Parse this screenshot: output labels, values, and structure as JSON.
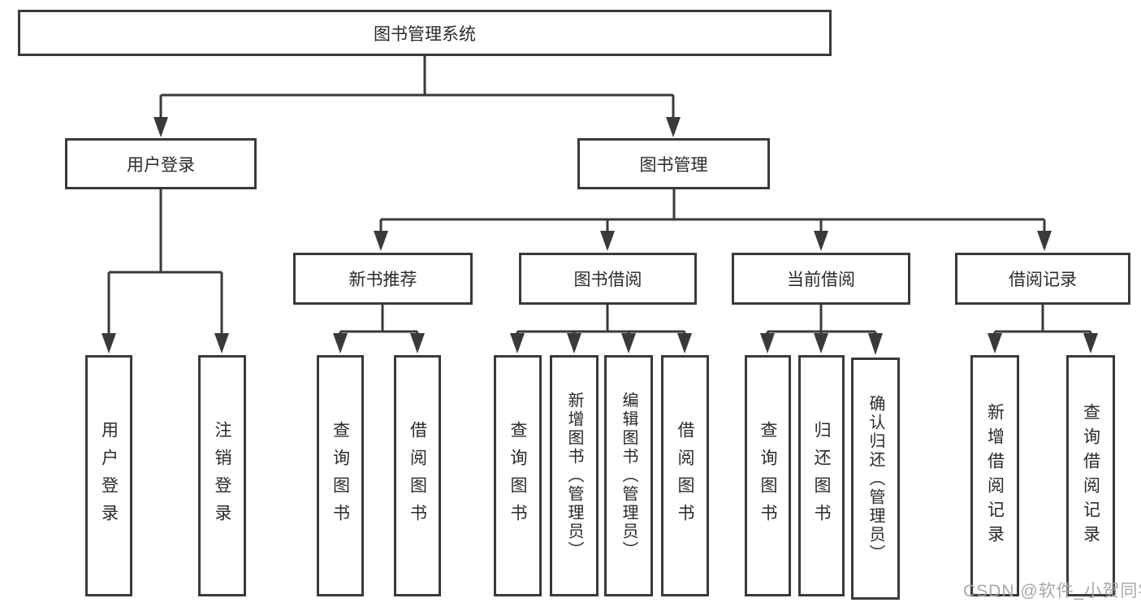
{
  "colors": {
    "line": "#3a3a3a",
    "box_border": "#3a3a3a",
    "box_background": "#ffffff",
    "text": "#2a2a2a",
    "watermark": "#a3a3a3"
  },
  "tree": {
    "label": "图书管理系统",
    "children": [
      {
        "label": "用户登录",
        "children": [
          {
            "label": "用户登录"
          },
          {
            "label": "注销登录"
          }
        ]
      },
      {
        "label": "图书管理",
        "children": [
          {
            "label": "新书推荐",
            "children": [
              {
                "label": "查询图书"
              },
              {
                "label": "借阅图书"
              }
            ]
          },
          {
            "label": "图书借阅",
            "children": [
              {
                "label": "查询图书"
              },
              {
                "label": "新增图书（管理员）"
              },
              {
                "label": "编辑图书（管理员）"
              },
              {
                "label": "借阅图书"
              }
            ]
          },
          {
            "label": "当前借阅",
            "children": [
              {
                "label": "查询图书"
              },
              {
                "label": "归还图书"
              },
              {
                "label": "确认归还（管理员）"
              }
            ]
          },
          {
            "label": "借阅记录",
            "children": [
              {
                "label": "新增借阅记录"
              },
              {
                "label": "查询借阅记录"
              }
            ]
          }
        ]
      }
    ]
  },
  "watermark": {
    "text": "CSDN @软件_小贺同学"
  }
}
